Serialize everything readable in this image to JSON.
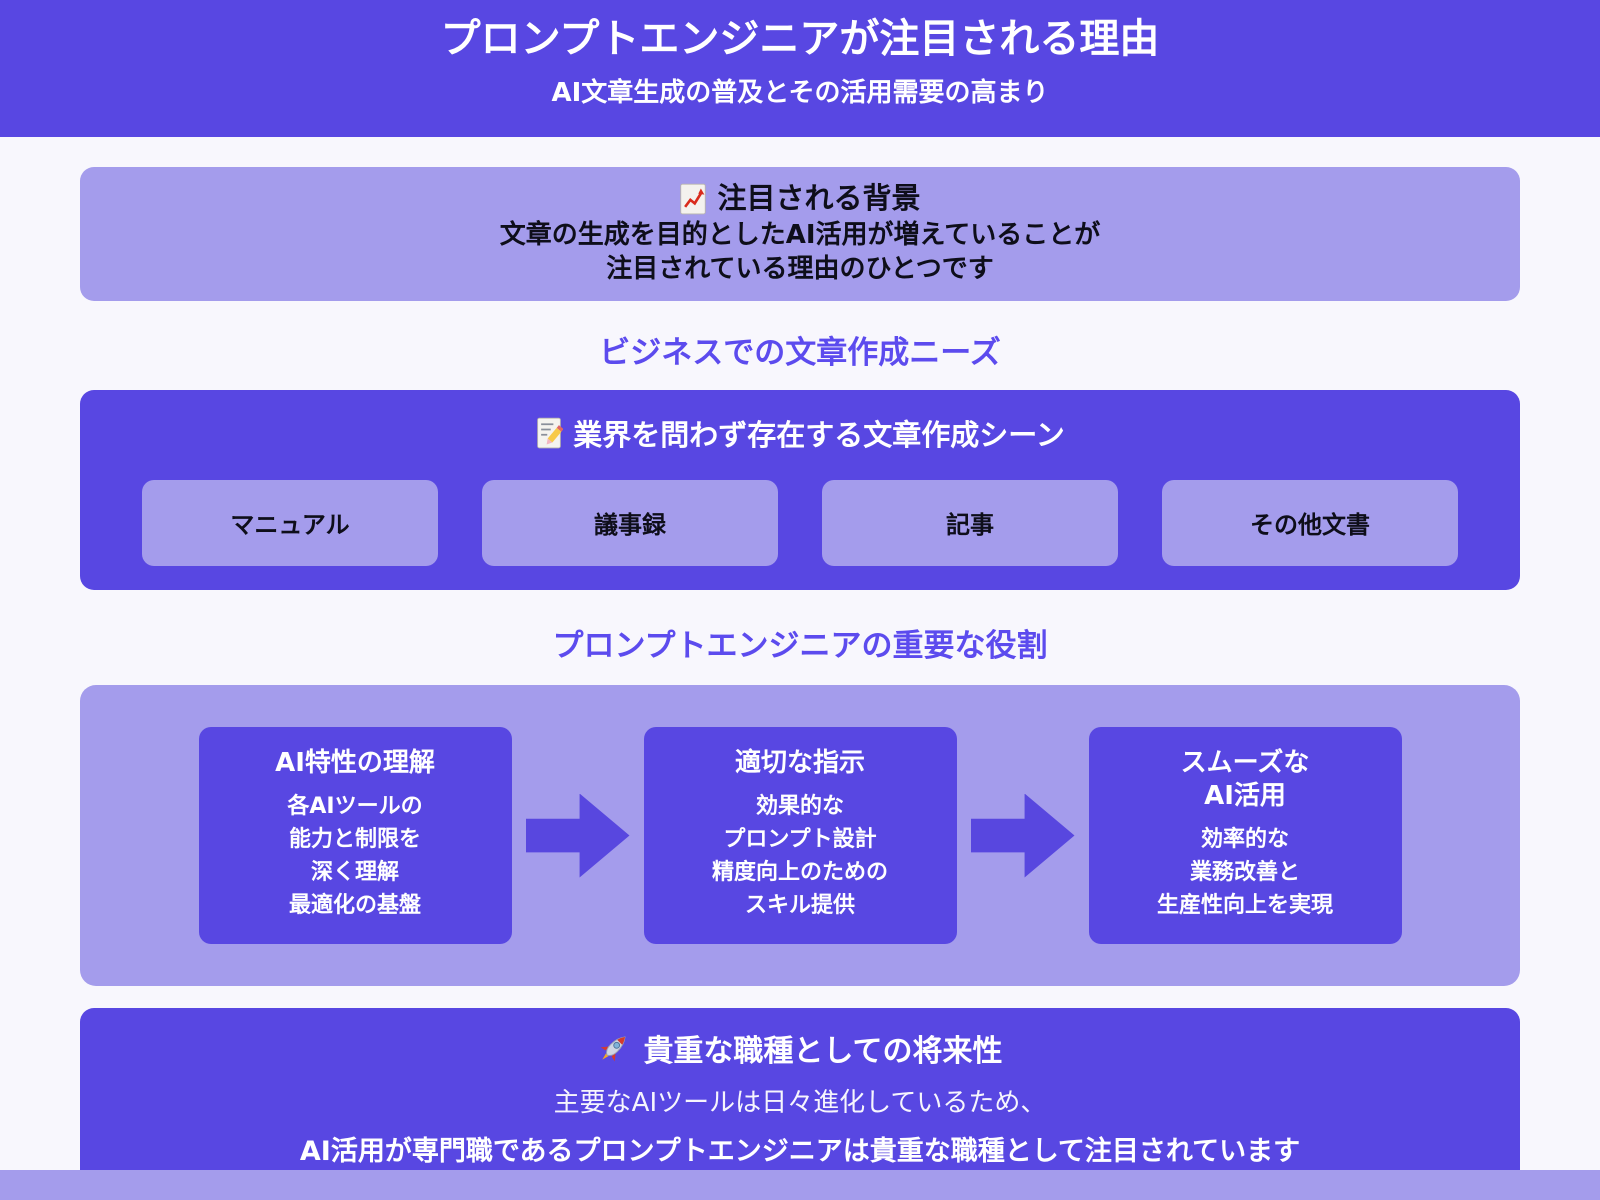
{
  "header": {
    "title": "プロンプトエンジニアが注目される理由",
    "subtitle": "AI文章生成の普及とその活用需要の高まり"
  },
  "background_section": {
    "icon": "chart-increasing",
    "heading": "注目される背景",
    "line1": "文章の生成を目的としたAI活用が増えていることが",
    "line2": "注目されている理由のひとつです"
  },
  "needs_section": {
    "heading": "ビジネスでの文章作成ニーズ",
    "card": {
      "icon": "memo",
      "heading": "業界を問わず存在する文章作成シーン",
      "items": [
        "マニュアル",
        "議事録",
        "記事",
        "その他文書"
      ]
    }
  },
  "roles_section": {
    "heading": "プロンプトエンジニアの重要な役割",
    "steps": [
      {
        "title_lines": [
          "AI特性の理解"
        ],
        "lines": [
          "各AIツールの",
          "能力と制限を",
          "深く理解",
          "最適化の基盤"
        ]
      },
      {
        "title_lines": [
          "適切な指示"
        ],
        "lines": [
          "効果的な",
          "プロンプト設計",
          "精度向上のための",
          "スキル提供"
        ]
      },
      {
        "title_lines": [
          "スムーズな",
          "AI活用"
        ],
        "lines": [
          "効率的な",
          "業務改善と",
          "生産性向上を実現"
        ]
      }
    ]
  },
  "future_section": {
    "icon": "rocket",
    "heading": "貴重な職種としての将来性",
    "line1": "主要なAIツールは日々進化しているため、",
    "line2": "AI活用が専門職であるプロンプトエンジニアは貴重な職種として注目されています"
  },
  "colors": {
    "primary": "#5847E2",
    "light_purple": "#A49CEC",
    "background": "#F8F7FD",
    "section_heading_text": "#5C4BEE",
    "dark_text": "#0E0E1A",
    "white_text": "#FFFFFF"
  }
}
